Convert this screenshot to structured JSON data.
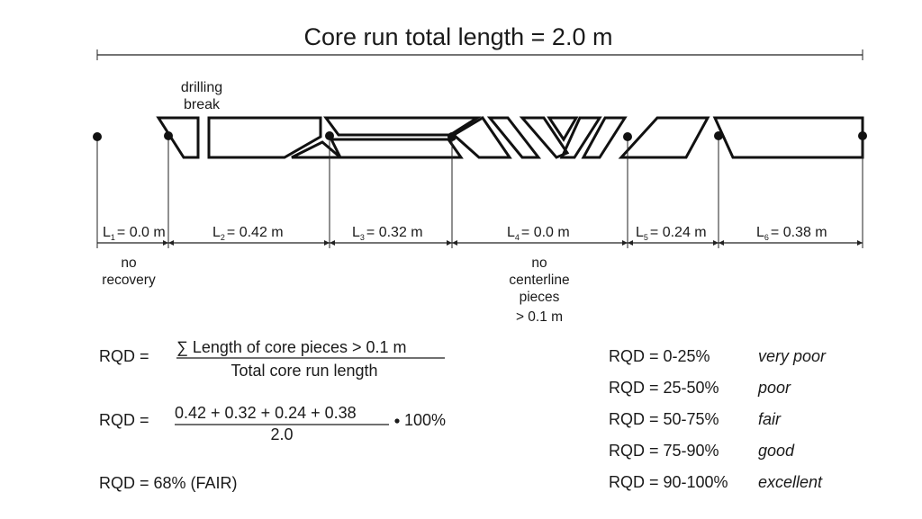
{
  "title": "Core run total length = 2.0 m",
  "annotations": {
    "drilling_break_line1": "drilling",
    "drilling_break_line2": "break",
    "no_recovery_line1": "no",
    "no_recovery_line2": "recovery",
    "no_centerline_line1": "no",
    "no_centerline_line2": "centerline",
    "no_centerline_line3": "pieces",
    "no_centerline_line4": "> 0.1 m"
  },
  "segments": [
    {
      "prefix": "L",
      "sub": "1",
      "value": "= 0.0 m"
    },
    {
      "prefix": "L",
      "sub": "2",
      "value": "= 0.42 m"
    },
    {
      "prefix": "L",
      "sub": "3",
      "value": "= 0.32 m"
    },
    {
      "prefix": "L",
      "sub": "4",
      "value": "= 0.0 m"
    },
    {
      "prefix": "L",
      "sub": "5",
      "value": "= 0.24 m"
    },
    {
      "prefix": "L",
      "sub": "6",
      "value": "= 0.38 m"
    }
  ],
  "formula": {
    "lhs": "RQD =",
    "numerator": "∑ Length of core pieces > 0.1 m",
    "denominator": "Total core run length",
    "lhs2": "RQD =",
    "numerator2": "0.42 + 0.32 + 0.24 + 0.38",
    "denominator2": "2.0",
    "multiplier": "100%",
    "result": "RQD = 68% (FAIR)"
  },
  "classification": [
    {
      "range": "RQD = 0-25%",
      "quality": "very poor"
    },
    {
      "range": "RQD = 25-50%",
      "quality": "poor"
    },
    {
      "range": "RQD = 50-75%",
      "quality": "fair"
    },
    {
      "range": "RQD = 75-90%",
      "quality": "good"
    },
    {
      "range": "RQD = 90-100%",
      "quality": "excellent"
    }
  ]
}
